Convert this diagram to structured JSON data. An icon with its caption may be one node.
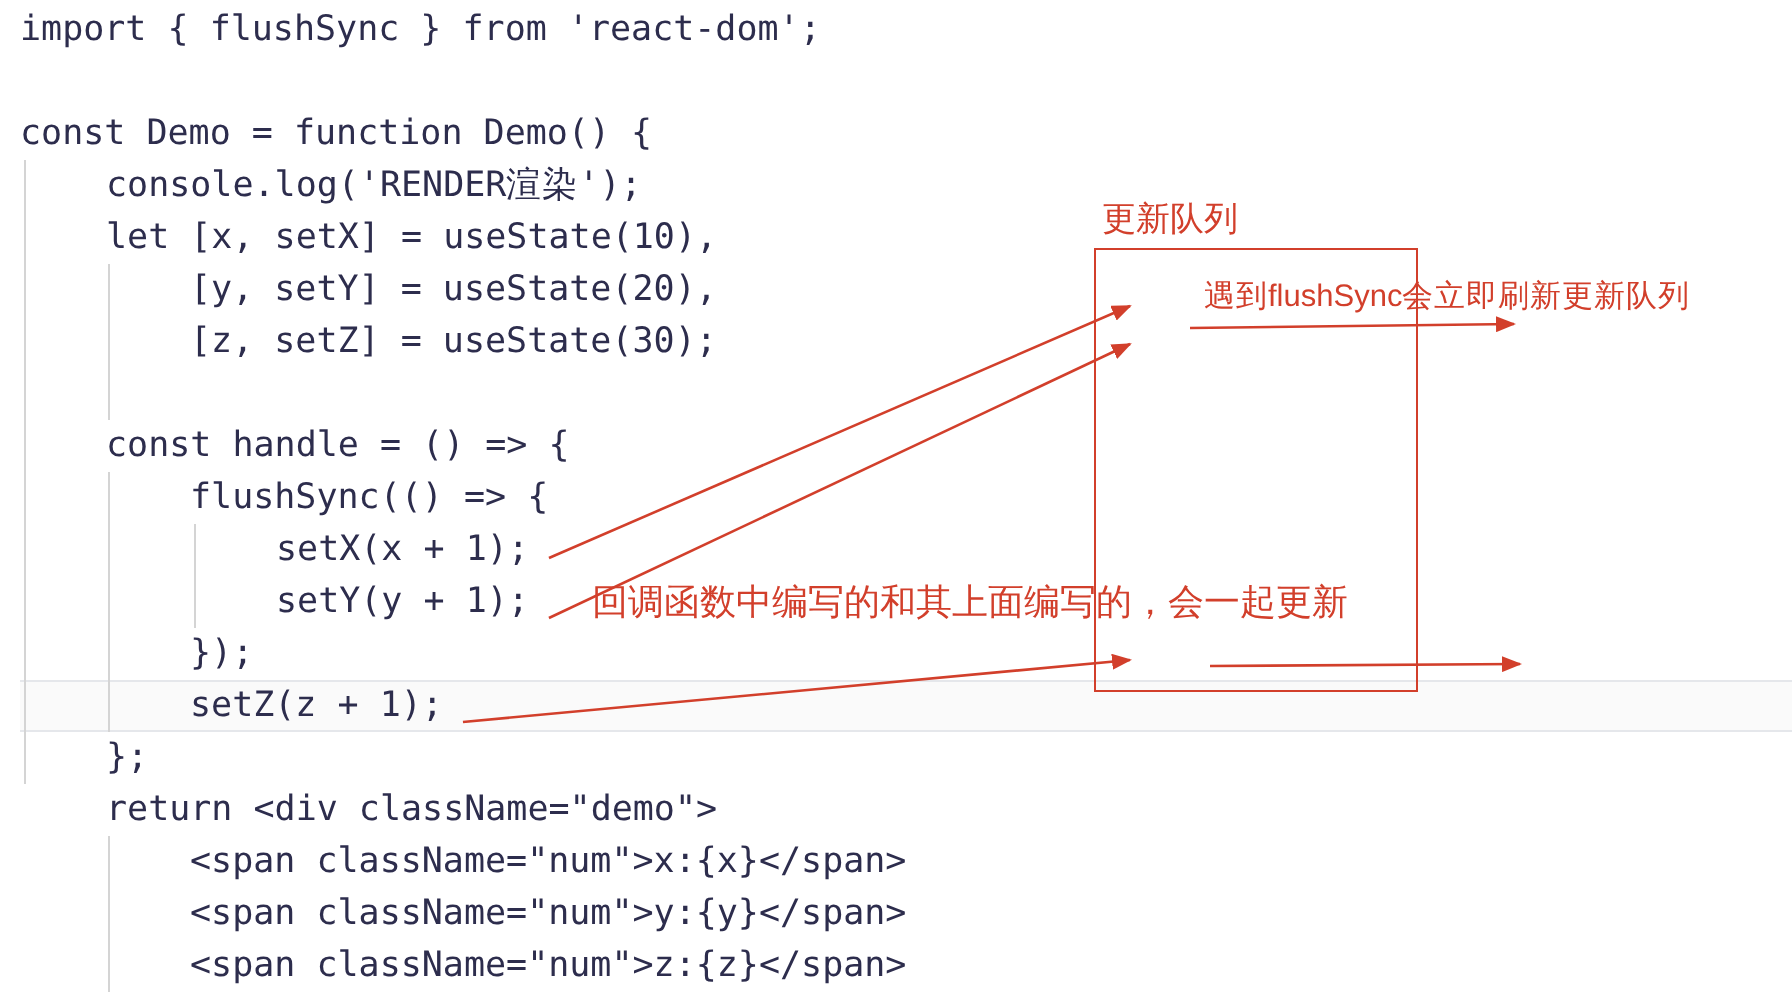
{
  "diagram": {
    "nodes": [
      {
        "text": [
          "setX(x + 1);"
        ]
      },
      {
        "text": [
          "setY(y + 1);"
        ]
      },
      {
        "text": [
          "setZ(z + 1);"
        ]
      },
      {
        "text": [
          "更新队列"
        ]
      }
    ],
    "edges": [
      {
        "from": 0,
        "to": 3,
        "arrow": "to"
      },
      {
        "from": 1,
        "to": 3,
        "arrow": "to"
      },
      {
        "from": 2,
        "to": 3,
        "arrow": "to"
      },
      {
        "from": 3,
        "to": null,
        "arrow": "to",
        "label": "遇到flushSync会立即刷新更新队列"
      },
      {
        "from": 3,
        "to": null,
        "arrow": "to"
      }
    ],
    "labels": [
      "import { flushSync } from 'react-dom';",
      "const Demo = function Demo() {",
      "console.log('RENDER渲染');",
      "let [x, setX] = useState(10),",
      "[y, setY] = useState(20),",
      "[z, setZ] = useState(30);",
      "const handle = () => {",
      "flushSync(() => {",
      "});",
      "};",
      "return <div className=\"demo\">",
      "<span className=\"num\">x:{x}</span>",
      "<span className=\"num\">y:{y}</span>",
      "<span className=\"num\">z:{z}</span>",
      "回调函数中编写的和其上面编写的，会一起更新"
    ]
  }
}
